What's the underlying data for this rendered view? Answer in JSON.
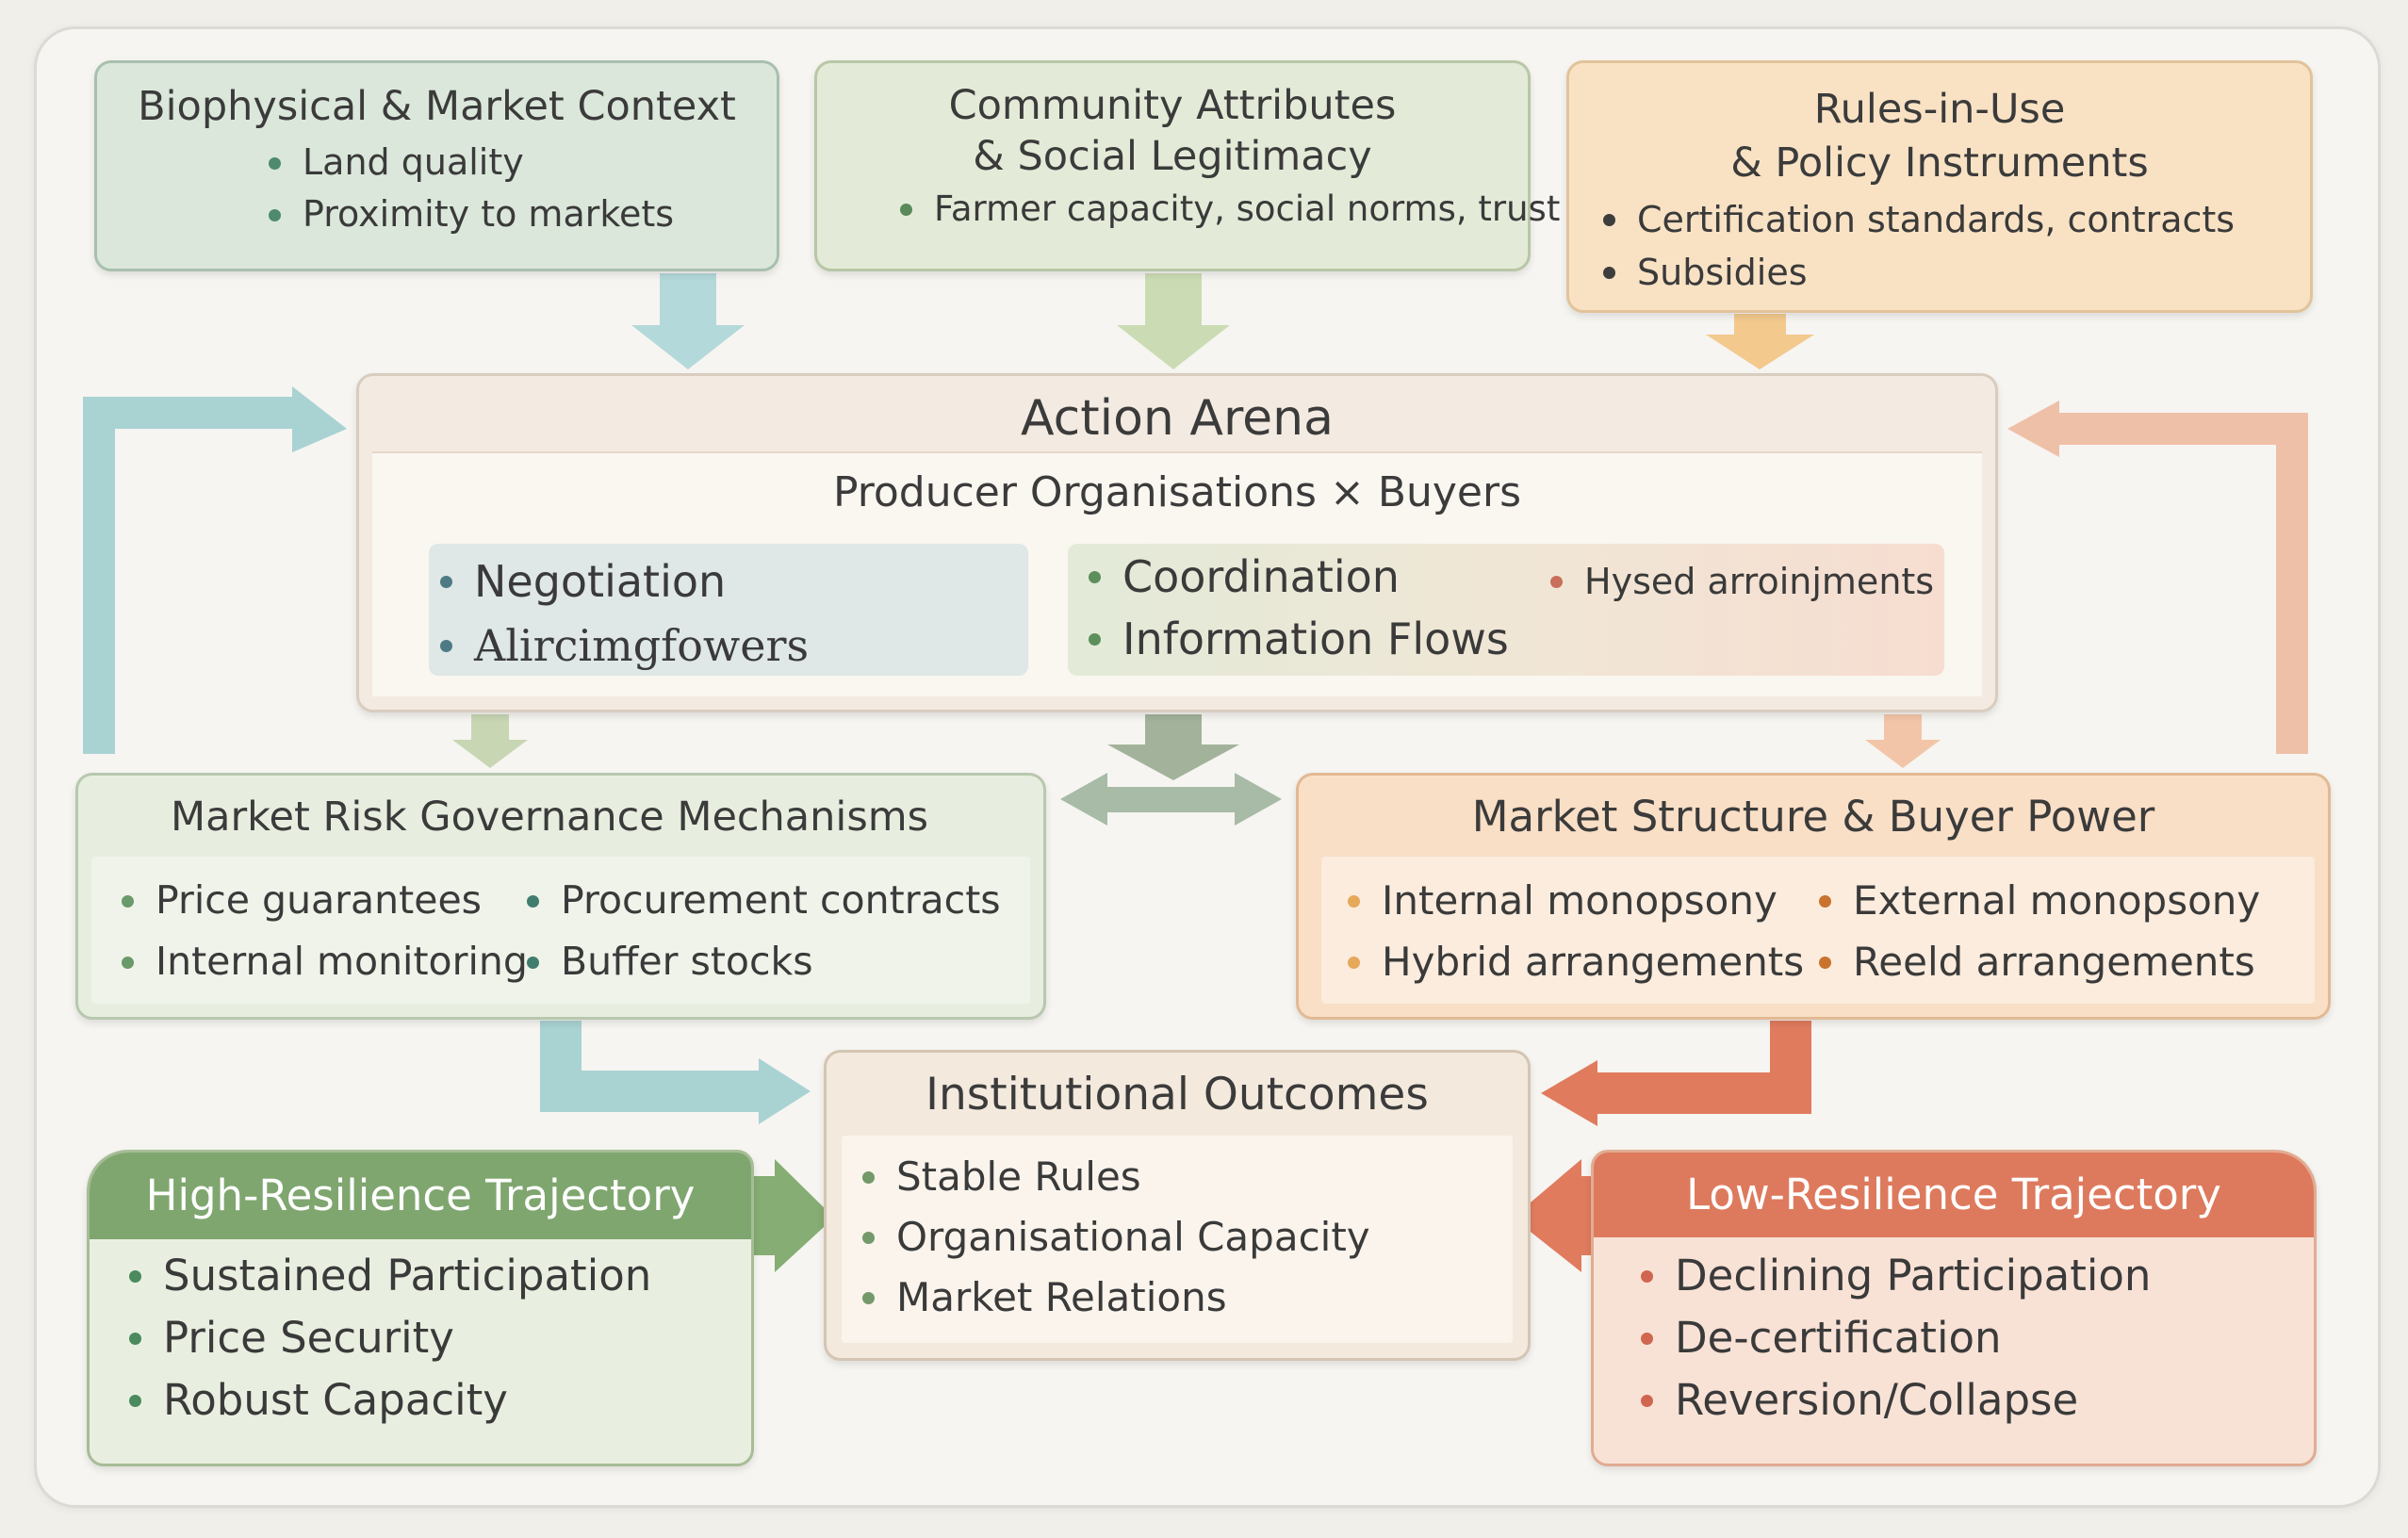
{
  "context": {
    "title": "Biophysical & Market Context",
    "items": [
      "Land quality",
      "Proximity to markets"
    ]
  },
  "community": {
    "title_line1": "Community Attributes",
    "title_line2": "& Social Legitimacy",
    "items": [
      "Farmer capacity, social norms, trust"
    ]
  },
  "rules": {
    "title_line1": "Rules-in-Use",
    "title_line2": "& Policy Instruments",
    "items": [
      "Certification standards,  contracts",
      "Subsidies"
    ]
  },
  "action_arena": {
    "title": "Action Arena",
    "subtitle": "Producer Organisations × Buyers",
    "left_items": [
      "Negotiation",
      "Alircimgfowers"
    ],
    "right_items": [
      "Coordination",
      "Information Flows"
    ],
    "right_extra": "Hysed arroinjments"
  },
  "governance": {
    "title": "Market Risk Governance Mechanisms",
    "items": [
      "Price guarantees",
      "Procurement contracts",
      "Internal monitoring",
      "Buffer stocks"
    ]
  },
  "market_structure": {
    "title": "Market Structure & Buyer Power",
    "items": [
      "Internal monopsony",
      "External monopsony",
      "Hybrid arrangements",
      "Reeld arrangements"
    ]
  },
  "outcomes": {
    "title": "Institutional Outcomes",
    "items": [
      "Stable Rules",
      "Organisational Capacity",
      "Market Relations"
    ]
  },
  "high_resilience": {
    "title": "High-Resilience Trajectory",
    "items": [
      "Sustained Participation",
      "Price Security",
      "Robust Capacity"
    ]
  },
  "low_resilience": {
    "title": "Low-Resilience Trajectory",
    "items": [
      "Declining Participation",
      "De-certification",
      "Reversion/Collapse"
    ]
  },
  "colors": {
    "green_fill": "#dbe7db",
    "sage_fill": "#e3ebd8",
    "peach_fill": "#f9e2c4",
    "teal_arrow": "#a9d2d3",
    "green_arrow": "#7ea56b",
    "orange_arrow": "#e07b5e",
    "high_header": "#7fa66f",
    "low_header": "#dd7a5d"
  }
}
